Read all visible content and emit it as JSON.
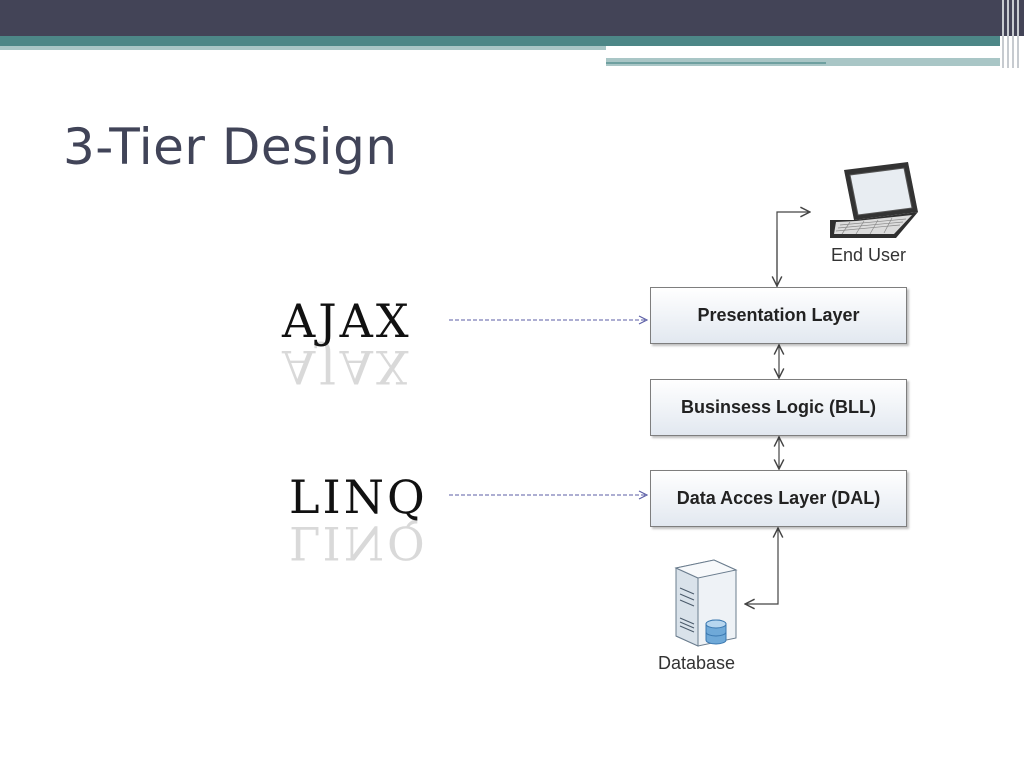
{
  "slide": {
    "title": "3-Tier Design"
  },
  "technologies": [
    {
      "label": "AJAX",
      "points_to": "Presentation Layer"
    },
    {
      "label": "LINQ",
      "points_to": "Data Acces Layer (DAL)"
    }
  ],
  "diagram": {
    "end_user_label": "End User",
    "database_label": "Database",
    "layers": [
      "Presentation Layer",
      "Businsess Logic (BLL)",
      "Data Acces Layer (DAL)"
    ]
  },
  "colors": {
    "header_dark": "#434457",
    "header_teal": "#4d8787",
    "title_text": "#414458",
    "dashed_arrow": "#5b5ea6"
  },
  "icons": [
    "laptop-icon",
    "database-server-icon"
  ]
}
